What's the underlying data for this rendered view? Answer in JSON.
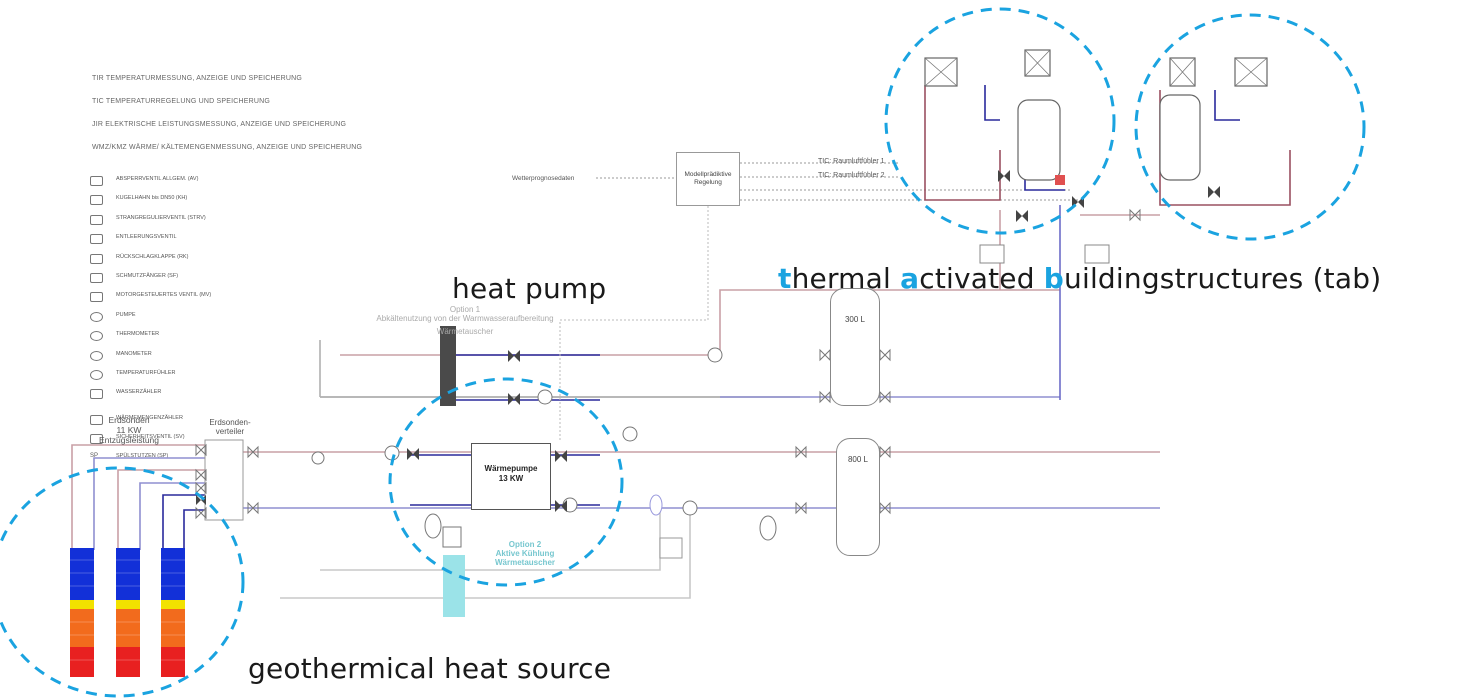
{
  "legend": {
    "abbreviations": [
      "TIR  TEMPERATURMESSUNG, ANZEIGE UND SPEICHERUNG",
      "TIC  TEMPERATURREGELUNG UND SPEICHERUNG",
      "JIR  ELEKTRISCHE LEISTUNGSMESSUNG, ANZEIGE UND SPEICHERUNG",
      "WMZ/KMZ   WÄRME/ KÄLTEMENGENMESSUNG, ANZEIGE UND SPEICHERUNG"
    ],
    "symbols": [
      "ABSPERRVENTIL ALLGEM. (AV)",
      "KUGELHAHN bis DN50 (KH)",
      "STRANGREGULIERVENTIL (STRV)",
      "ENTLEERUNGSVENTIL",
      "RÜCKSCHLAGKLAPPE (RK)",
      "SCHMUTZFÄNGER (SF)",
      "MOTORGESTEUERTES VENTIL (MV)",
      "PUMPE",
      "THERMOMETER",
      "MANOMETER",
      "TEMPERATURFÜHLER",
      "WASSERZÄHLER",
      "WÄRMEMENGENZÄHLER",
      "SICHERHEITSVENTIL (SV)",
      "SPÜLSTUTZEN (SP)"
    ],
    "sp_abbr": "SP"
  },
  "controller": {
    "label_line1": "Modellprädiktive",
    "label_line2": "Regelung",
    "weather_label": "Wetterprognosedaten",
    "tic1": "TIC: Raumluftfühler 1",
    "tic2": "TIC: Raumluftfühler 2"
  },
  "heatpump": {
    "label_line1": "Wärmepumpe",
    "label_line2": "13 KW"
  },
  "option1": {
    "line1": "Option 1",
    "line2": "Abkältenutzung von der Warmwasseraufbereitung",
    "line3": "Wärmetauscher"
  },
  "option2": {
    "line1": "Option 2",
    "line2": "Aktive Kühlung",
    "line3": "Wärmetauscher"
  },
  "geo": {
    "line1": "Erdsonden",
    "line2": "11 KW",
    "line3": "Entzugsleistung",
    "distributor_line1": "Erdsonden-",
    "distributor_line2": "verteiler"
  },
  "tanks": {
    "upper": "300 L",
    "lower": "800 L"
  },
  "callouts": {
    "heat_pump": "heat pump",
    "geo": "geothermical heat source",
    "tab_t": "t",
    "tab_1": "hermal ",
    "tab_a": "a",
    "tab_2": "ctivated ",
    "tab_b": "b",
    "tab_3": "uildingstructures (tab)"
  },
  "colors": {
    "callout_circle": "#1aa3e0",
    "supply_pipe": "#c9a0a6",
    "return_pipe": "#8f8fd0",
    "dark_blue_pipe": "#2a2a9c",
    "probe_blue": "#1230d8",
    "probe_yellow": "#f2e200",
    "probe_orange": "#f26b1d",
    "probe_red": "#e82020",
    "hx_option1": "#4a4a4a",
    "hx_option2": "#9be3e8"
  }
}
